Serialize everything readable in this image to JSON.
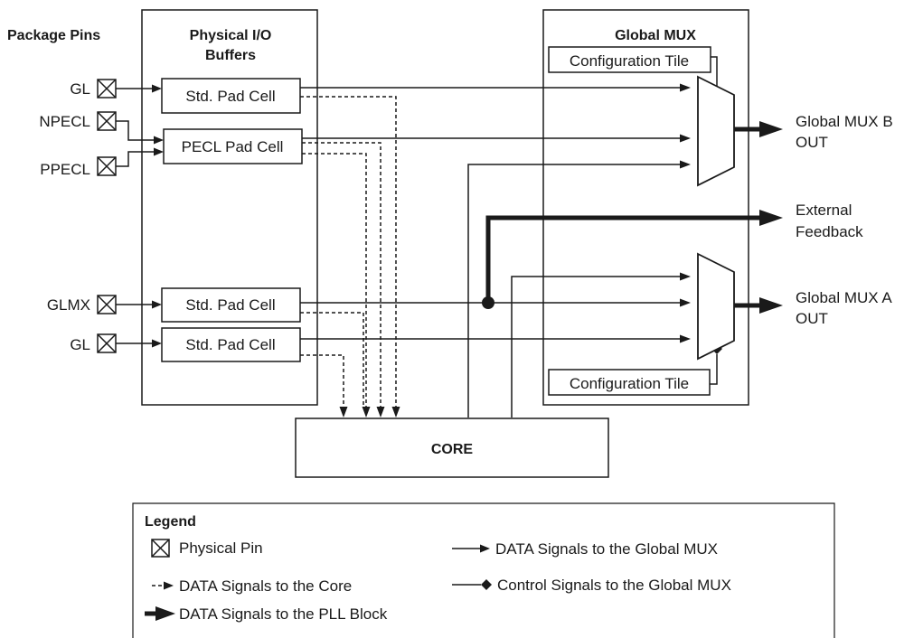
{
  "headers": {
    "package_pins": "Package Pins",
    "io_buffers_line1": "Physical I/O",
    "io_buffers_line2": "Buffers",
    "global_mux": "Global MUX"
  },
  "pins": [
    "GL",
    "NPECL",
    "PPECL",
    "GLMX",
    "GL"
  ],
  "pad_cells": [
    "Std. Pad Cell",
    "PECL Pad Cell",
    "Std. Pad Cell",
    "Std. Pad Cell"
  ],
  "config_tiles": [
    "Configuration Tile",
    "Configuration Tile"
  ],
  "core": "CORE",
  "outputs": {
    "mux_b_line1": "Global MUX B",
    "mux_b_line2": "OUT",
    "ext_line1": "External",
    "ext_line2": "Feedback",
    "mux_a_line1": "Global MUX A",
    "mux_a_line2": "OUT"
  },
  "legend": {
    "title": "Legend",
    "physical_pin": "Physical Pin",
    "data_core": "DATA Signals to the Core",
    "data_pll": "DATA Signals to the PLL Block",
    "data_mux": "DATA Signals to the Global MUX",
    "control_mux": "Control Signals to the Global MUX"
  },
  "colors": {
    "line": "#1a1a1a",
    "background": "#ffffff"
  }
}
